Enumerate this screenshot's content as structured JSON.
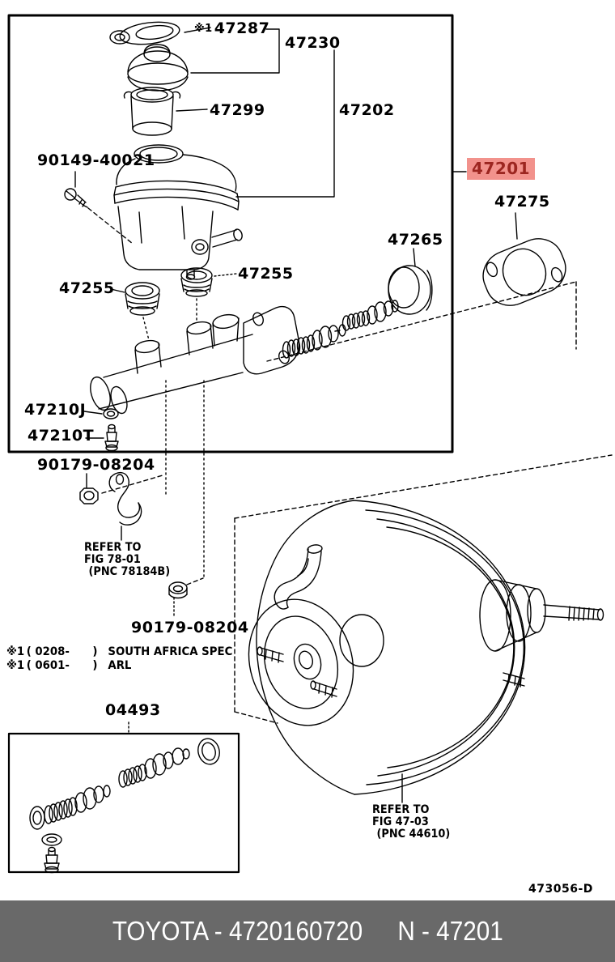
{
  "callouts": {
    "c47287": {
      "mark": "※1",
      "label": "47287"
    },
    "c47230": {
      "label": "47230"
    },
    "c47299": {
      "label": "47299"
    },
    "c47202": {
      "label": "47202"
    },
    "c90149": {
      "label": "90149-40021"
    },
    "c47265": {
      "label": "47265"
    },
    "c47255L": {
      "label": "47255"
    },
    "c47255R": {
      "label": "47255"
    },
    "c47201": {
      "label": "47201"
    },
    "c47275": {
      "label": "47275"
    },
    "c47210J": {
      "label": "47210J"
    },
    "c47210T": {
      "label": "47210T"
    },
    "c90179a": {
      "label": "90179-08204"
    },
    "c90179b": {
      "label": "90179-08204"
    },
    "c04493": {
      "label": "04493"
    }
  },
  "refs": {
    "fig78": {
      "l1": "REFER TO",
      "l2": "FIG 78-01",
      "l3": "(PNC 78184B)"
    },
    "fig47": {
      "l1": "REFER TO",
      "l2": "FIG 47-03",
      "l3": "(PNC 44610)"
    }
  },
  "notes": [
    {
      "mark": "※1",
      "open": "( 0208-",
      "close": ")",
      "text": "SOUTH AFRICA SPEC"
    },
    {
      "mark": "※1",
      "open": "( 0601-",
      "close": ")",
      "text": "ARL"
    }
  ],
  "drawing_number": "473056-D",
  "footer": {
    "left": "TOYOTA - 4720160720",
    "right": "N - 47201"
  },
  "colors": {
    "highlight_bg": "#F2928C",
    "highlight_fg": "#9C2620",
    "footer_bg": "#696969",
    "line": "#000000"
  }
}
